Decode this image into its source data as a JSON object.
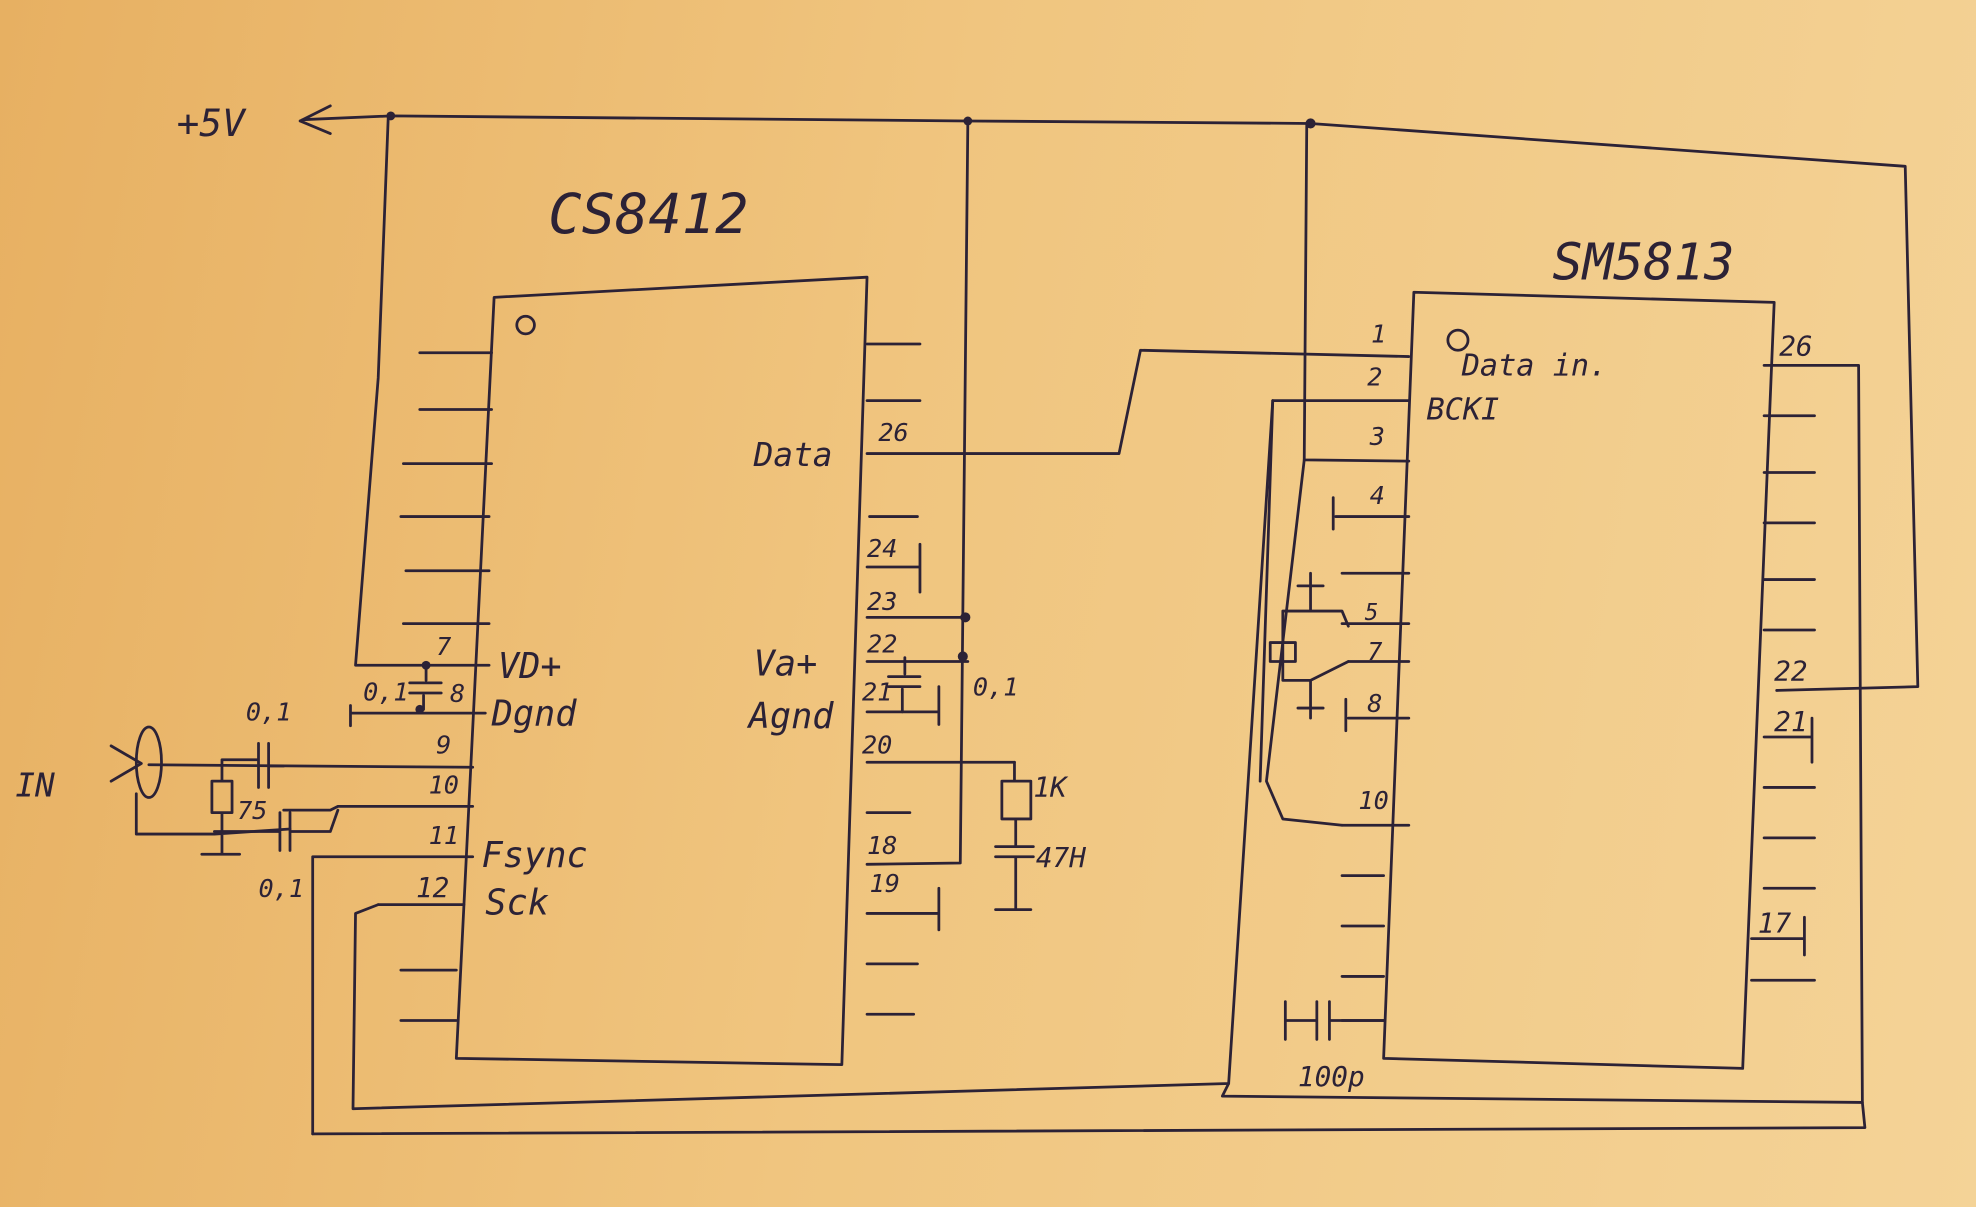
{
  "supply": {
    "label": "+5V"
  },
  "chip1": {
    "name": "CS8412",
    "left_pins": [
      "7",
      "8",
      "9",
      "10",
      "11",
      "12"
    ],
    "left_labels": {
      "vd": "VD+",
      "dgnd": "Dgnd",
      "fsync": "Fsync",
      "sck": "Sck"
    },
    "right_pins": [
      "26",
      "24",
      "23",
      "22",
      "21",
      "20",
      "18",
      "19"
    ],
    "right_labels": {
      "data": "Data",
      "va": "Va+",
      "agnd": "Agnd"
    }
  },
  "chip2": {
    "name": "SM5813",
    "left_pins": [
      "1",
      "2",
      "3",
      "4",
      "5",
      "7",
      "8",
      "10"
    ],
    "left_labels": {
      "data_in": "Data in.",
      "bcki": "BCKI"
    },
    "right_pins": [
      "26",
      "22",
      "21",
      "17"
    ]
  },
  "components": {
    "input": "IN",
    "c_in": "0,1",
    "r_term": "75",
    "c_in2": "0,1",
    "c_vd": "0,1",
    "c_va": "0,1",
    "r_filter": "1K",
    "c_filter": "47H",
    "c_osc": "100p"
  },
  "colors": {
    "ink": "#2c2236",
    "paper": "#f0c57f"
  }
}
